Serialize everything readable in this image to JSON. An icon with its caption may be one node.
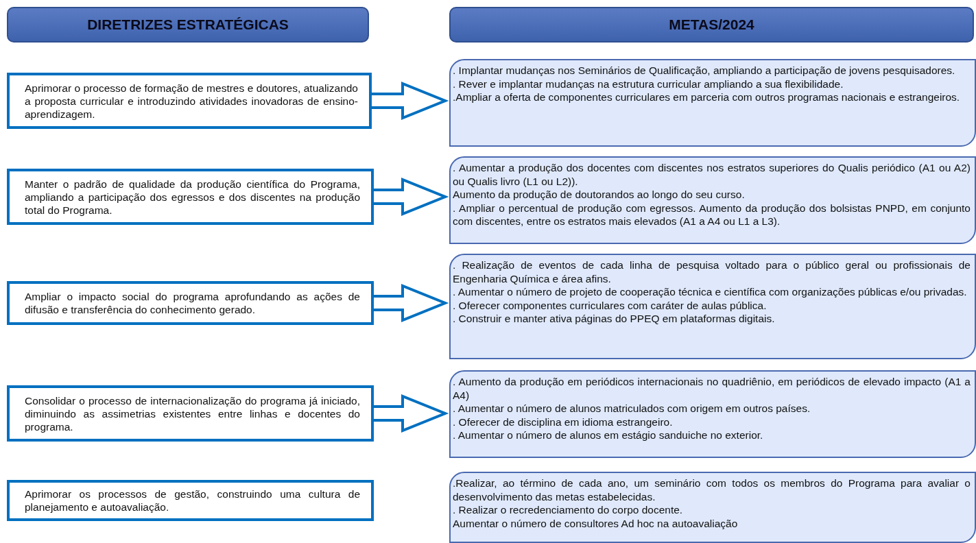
{
  "diagram": {
    "nodes": [
      {
        "text": [
          "DIRETRIZES ESTRATÉGICAS"
        ]
      },
      {
        "text": [
          "METAS/2024"
        ]
      },
      {
        "text": [
          "Aprimorar o processo de formação de mestres e doutores, atualizando a proposta curricular e introduzindo atividades inovadoras de ensino- aprendizagem."
        ]
      },
      {
        "text": [
          ". Implantar mudanças nos Seminários de Qualificação, ampliando a participação de jovens pesquisadores.",
          ". Rever e implantar mudanças na estrutura curricular ampliando a sua flexibilidade.",
          ".Ampliar a oferta de componentes curriculares em parceria com outros programas nacionais e estrangeiros."
        ]
      },
      {
        "text": [
          "Manter o padrão de qualidade da produção científica do Programa, ampliando a participação dos egressos e dos discentes na produção total do Programa."
        ]
      },
      {
        "text": [
          ". Aumentar a produção dos docentes com discentes nos estratos superiores do Qualis periódico (A1 ou A2) ou Qualis livro (L1 ou L2)).",
          "Aumento da produção de doutorandos ao longo do seu curso.",
          ". Ampliar o percentual de produção com egressos. Aumento da produção dos bolsistas PNPD, em conjunto com discentes, entre os estratos mais elevados (A1 a A4 ou L1 a L3)."
        ]
      },
      {
        "text": [
          "Ampliar o impacto social do programa aprofundando as ações de difusão e transferência do conhecimento gerado."
        ]
      },
      {
        "text": [
          ". Realização de eventos de cada linha de pesquisa voltado para o público geral ou profissionais de Engenharia Química e área afins.",
          ". Aumentar o número de projeto de cooperação técnica e científica com organizações públicas e/ou privadas.",
          ". Oferecer componentes curriculares com caráter de aulas pública.",
          ". Construir e manter ativa páginas do PPEQ em plataformas digitais."
        ]
      },
      {
        "text": [
          "Consolidar o processo de internacionalização do programa já iniciado, diminuindo as assimetrias existentes entre linhas e docentes do programa."
        ]
      },
      {
        "text": [
          ". Aumento da produção em periódicos internacionais no quadriênio, em periódicos de elevado impacto (A1 a A4)",
          ". Aumentar o número de alunos matriculados com origem em outros países.",
          ". Oferecer de disciplina em idioma estrangeiro.",
          ". Aumentar o número de alunos em estágio sanduiche no exterior."
        ]
      },
      {
        "text": [
          "Aprimorar os processos de gestão, construindo uma cultura de planejamento e autoavaliação."
        ]
      },
      {
        "text": [
          ".Realizar, ao término de cada ano, um seminário com todos os membros do Programa para avaliar o desenvolvimento das metas estabelecidas.",
          ". Realizar o recredenciamento do corpo docente.",
          "Aumentar o número de consultores Ad hoc na autoavaliação"
        ]
      }
    ],
    "edges": [
      {
        "from": 2,
        "to": 3,
        "arrow": "to"
      },
      {
        "from": 4,
        "to": 5,
        "arrow": "to"
      },
      {
        "from": 6,
        "to": 7,
        "arrow": "to"
      },
      {
        "from": 8,
        "to": 9,
        "arrow": "to"
      }
    ]
  }
}
